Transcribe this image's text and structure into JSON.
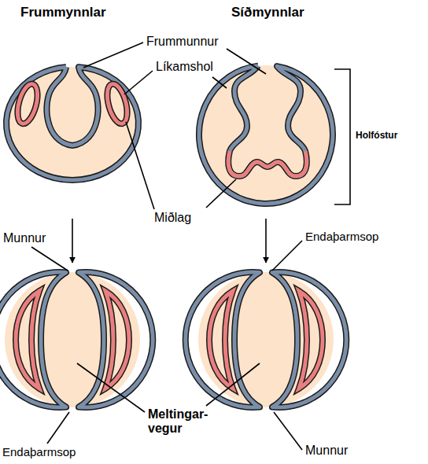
{
  "diagram": {
    "labels": [
      "Frummynnlar",
      "Síðmynnlar",
      "Frummunnur",
      "Líkamshol",
      "Miðlag",
      "Holfóstur",
      "Munnur",
      "Endaþarmsop",
      "Meltingar- vegur",
      "Endaþarmsop",
      "Munnur"
    ]
  }
}
